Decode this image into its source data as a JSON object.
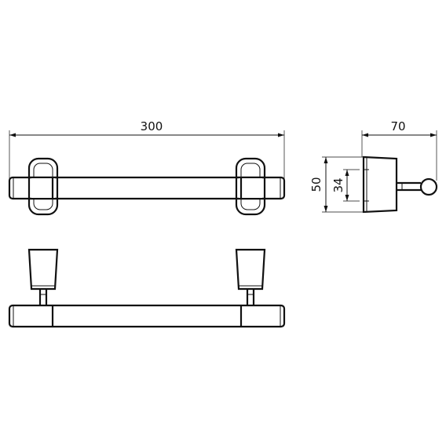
{
  "dimensions": {
    "length": "300",
    "depth": "70",
    "height_total": "50",
    "height_bar": "34"
  },
  "colors": {
    "line": "#111111",
    "background": "#ffffff"
  }
}
